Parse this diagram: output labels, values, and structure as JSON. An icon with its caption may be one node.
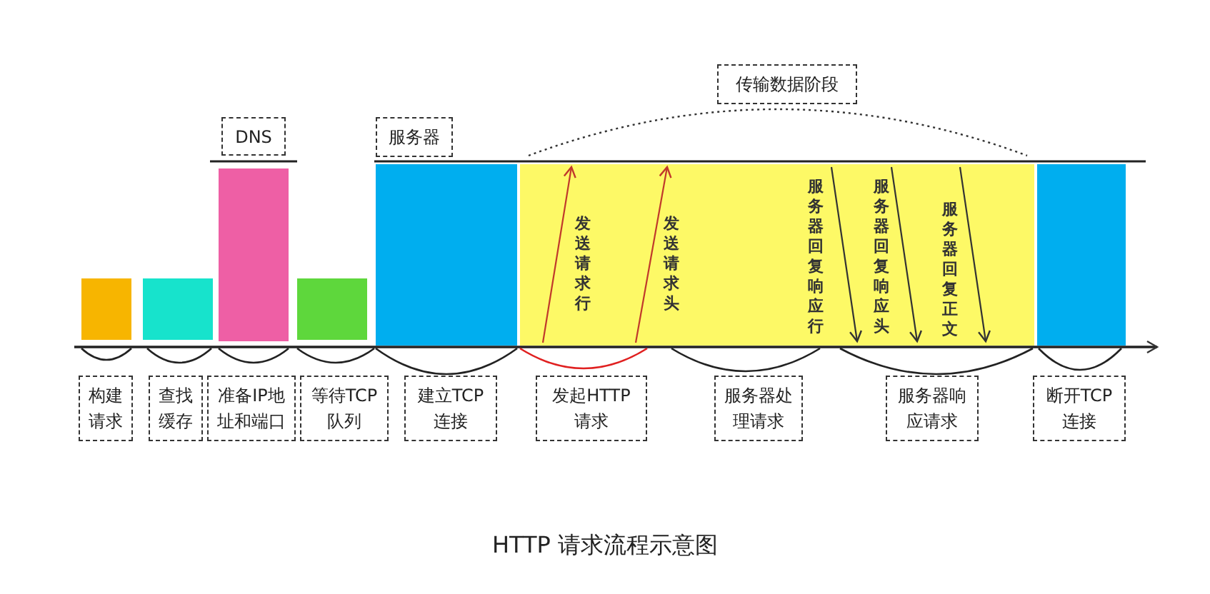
{
  "diagram": {
    "caption": "HTTP 请求流程示意图",
    "nodes": [
      {
        "text": [
          "传输数据阶段"
        ]
      },
      {
        "text": [
          "DNS"
        ]
      },
      {
        "text": [
          "服务器"
        ]
      },
      {
        "text": [
          "构建请求"
        ]
      },
      {
        "text": [
          "查找缓存"
        ]
      },
      {
        "text": [
          "准备IP地址和端口"
        ]
      },
      {
        "text": [
          "等待TCP队列"
        ]
      },
      {
        "text": [
          "建立TCP连接"
        ]
      },
      {
        "text": [
          "发起HTTP请求"
        ]
      },
      {
        "text": [
          "服务器处理请求"
        ]
      },
      {
        "text": [
          "服务器响应请求"
        ]
      },
      {
        "text": [
          "断开TCP连接"
        ]
      },
      {
        "text": [],
        "shape": "bar"
      },
      {
        "text": [],
        "shape": "bar"
      },
      {
        "text": [],
        "shape": "bar"
      },
      {
        "text": [],
        "shape": "bar"
      },
      {
        "text": [],
        "shape": "bar"
      },
      {
        "text": [],
        "shape": "bar"
      },
      {
        "text": [],
        "shape": "bar"
      }
    ],
    "labels": [
      "发送请求行",
      "发送请求头",
      "服务器回复响应行",
      "服务器回复响应头",
      "服务器回复正文"
    ]
  }
}
